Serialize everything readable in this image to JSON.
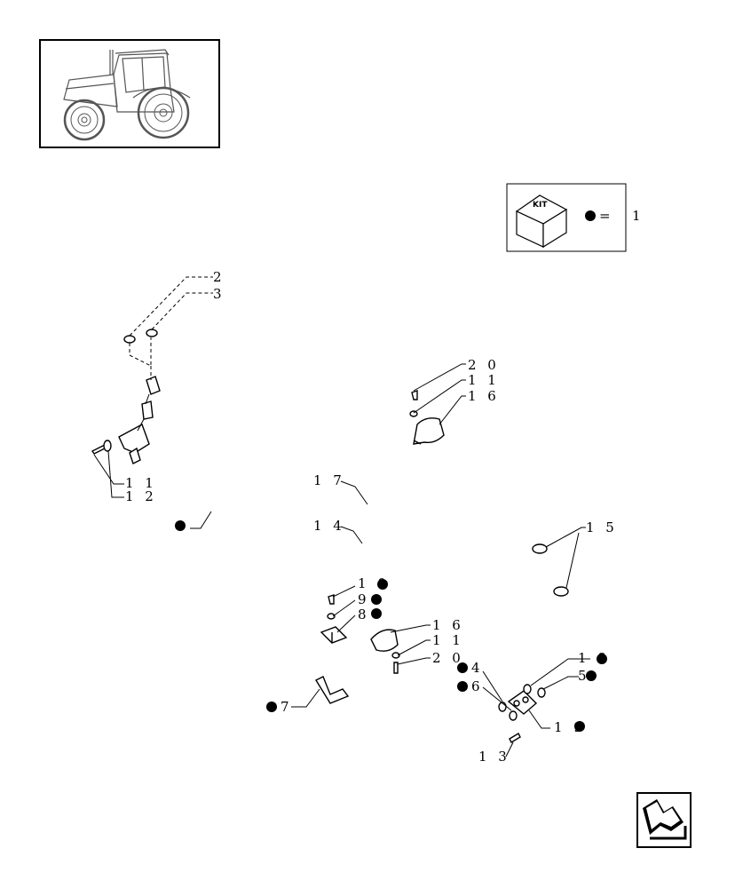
{
  "kit_legend": {
    "kit_text": "KIT",
    "equals": "=",
    "ref_number": "1"
  },
  "callouts": {
    "c2": "2",
    "c3": "3",
    "c20a": "2 0",
    "c11a": "1 1",
    "c16a": "1 6",
    "c11b": "1 1",
    "c12": "1 2",
    "c17": "1 7",
    "c14": "1 4",
    "c15": "1 5",
    "c10": "1 0",
    "c9": "9",
    "c8": "8",
    "c16b": "1 6",
    "c11c": "1 1",
    "c20b": "2 0",
    "c4": "4",
    "c6": "6",
    "c18": "1 8",
    "c5": "5",
    "c19": "1 9",
    "c7": "7",
    "c13": "1 3"
  },
  "icons": {
    "thumbnail": "tractor-thumbnail-icon",
    "kit": "kit-cube-icon",
    "marker": "kit-bullet-icon",
    "nav": "next-page-arrow-icon"
  },
  "colors": {
    "ink": "#000000",
    "paper": "#ffffff"
  }
}
